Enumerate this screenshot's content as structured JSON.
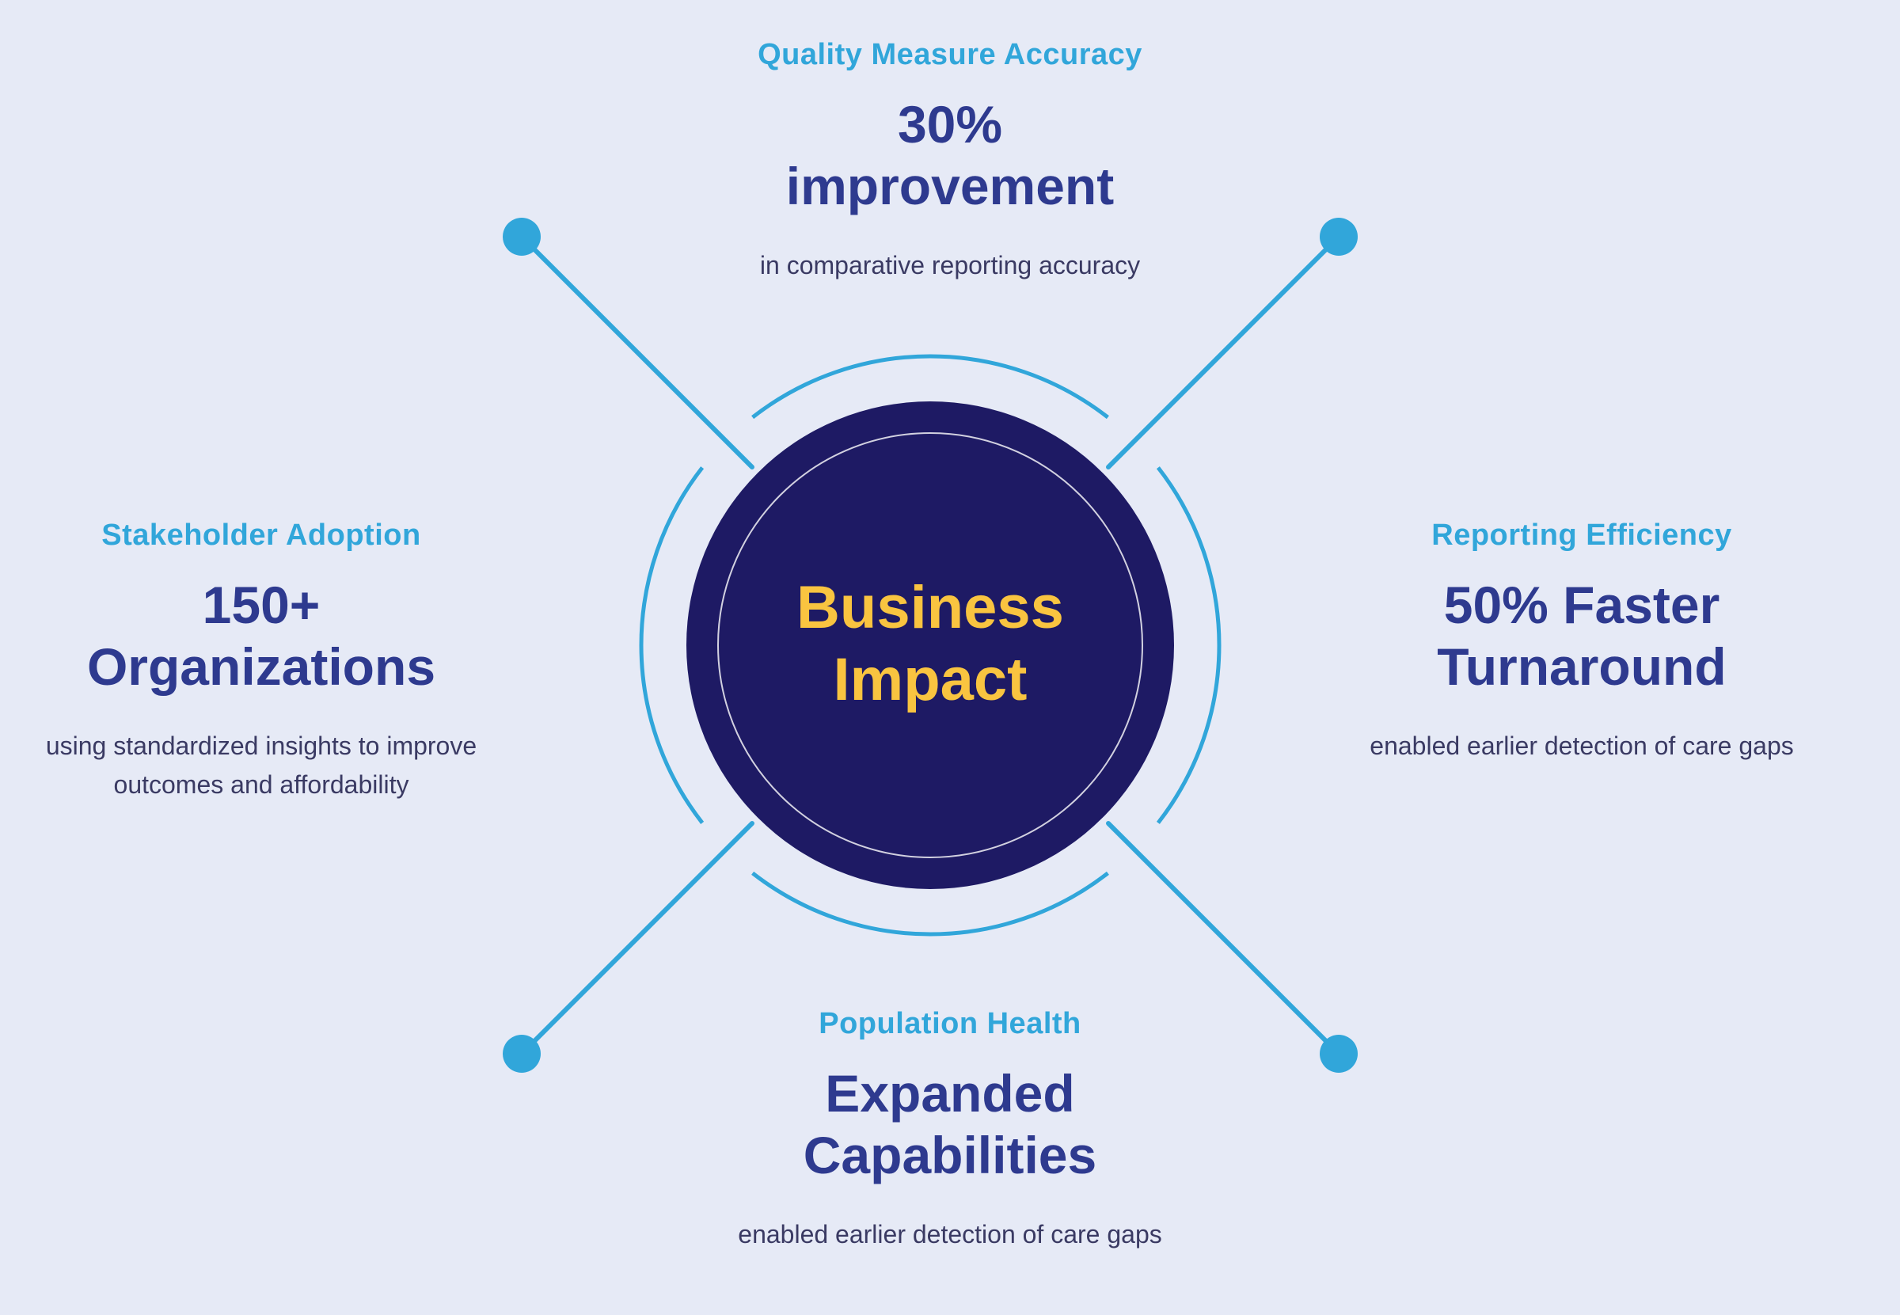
{
  "colors": {
    "background": "#e6eaf6",
    "accent": "#31a6da",
    "navy": "#2e3a8f",
    "text": "#3a3a63",
    "circle": "#1e1a64",
    "yellow": "#f9c440"
  },
  "center": {
    "label": "Business Impact"
  },
  "quadrants": {
    "top": {
      "heading": "Quality Measure Accuracy",
      "stat": "30% improvement",
      "desc": "in comparative reporting accuracy"
    },
    "left": {
      "heading": "Stakeholder Adoption",
      "stat": "150+ Organizations",
      "desc": "using standardized insights to improve outcomes and affordability"
    },
    "right": {
      "heading": "Reporting Efficiency",
      "stat": "50% Faster Turnaround",
      "desc": "enabled earlier detection of care gaps"
    },
    "bottom": {
      "heading": "Population Health",
      "stat": "Expanded Capabilities",
      "desc": "enabled earlier detection of care gaps"
    }
  }
}
